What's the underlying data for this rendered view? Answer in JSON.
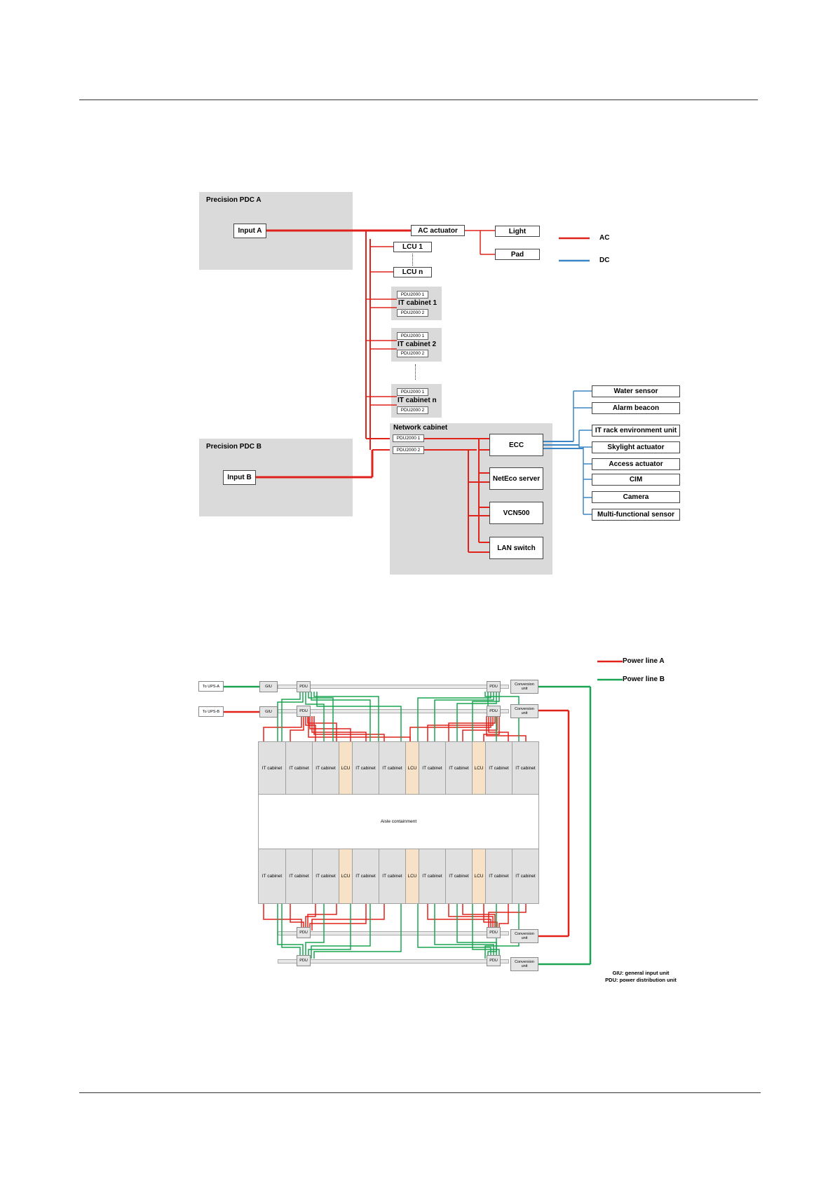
{
  "diagram1": {
    "zones": {
      "pdc_a": "Precision PDC A",
      "pdc_b": "Precision PDC B",
      "network_cabinet": "Network cabinet"
    },
    "nodes": {
      "input_a": "Input A",
      "input_b": "Input B",
      "ac_actuator": "AC actuator",
      "light": "Light",
      "pad": "Pad",
      "lcu_1": "LCU 1",
      "lcu_n": "LCU n",
      "ecc": "ECC",
      "neteco_server": "NetEco server",
      "vcn500": "VCN500",
      "lan_switch": "LAN switch"
    },
    "it_cabinets": [
      {
        "name": "IT cabinet 1",
        "pdu1": "PDU2000 1",
        "pdu2": "PDU2000 2"
      },
      {
        "name": "IT cabinet 2",
        "pdu1": "PDU2000 1",
        "pdu2": "PDU2000 2"
      },
      {
        "name": "IT cabinet n",
        "pdu1": "PDU2000 1",
        "pdu2": "PDU2000 2"
      }
    ],
    "network_pdus": [
      "PDU2000 1",
      "PDU2000 2"
    ],
    "sensors": [
      "Water sensor",
      "Alarm beacon",
      "IT rack environment unit",
      "Skylight actuator",
      "Access actuator",
      "CIM",
      "Camera",
      "Multi-functional sensor"
    ],
    "legend": [
      {
        "label": "AC",
        "color": "#e0221b"
      },
      {
        "label": "DC",
        "color": "#3b86c6"
      }
    ]
  },
  "diagram2": {
    "sources": [
      "To UPS-A",
      "To UPS-B"
    ],
    "giu": "GIU",
    "pdu": "PDU",
    "conversion_unit": "Conversion unit",
    "cabinet_labels": {
      "it": "IT cabinet",
      "lcu": "LCU"
    },
    "rack_rows": {
      "top": [
        "IT cabinet",
        "IT cabinet",
        "IT cabinet",
        "LCU",
        "IT cabinet",
        "IT cabinet",
        "LCU",
        "IT cabinet",
        "IT cabinet",
        "LCU",
        "IT cabinet",
        "IT cabinet"
      ],
      "bottom": [
        "IT cabinet",
        "IT cabinet",
        "IT cabinet",
        "LCU",
        "IT cabinet",
        "IT cabinet",
        "LCU",
        "IT cabinet",
        "IT cabinet",
        "LCU",
        "IT cabinet",
        "IT cabinet"
      ]
    },
    "aisle": "Aisle containment",
    "legend": [
      {
        "label": "Power line A",
        "color": "#e0221b"
      },
      {
        "label": "Power line B",
        "color": "#1aa552"
      }
    ],
    "notes": [
      "GIU: general input unit",
      "PDU: power distribution unit"
    ]
  }
}
